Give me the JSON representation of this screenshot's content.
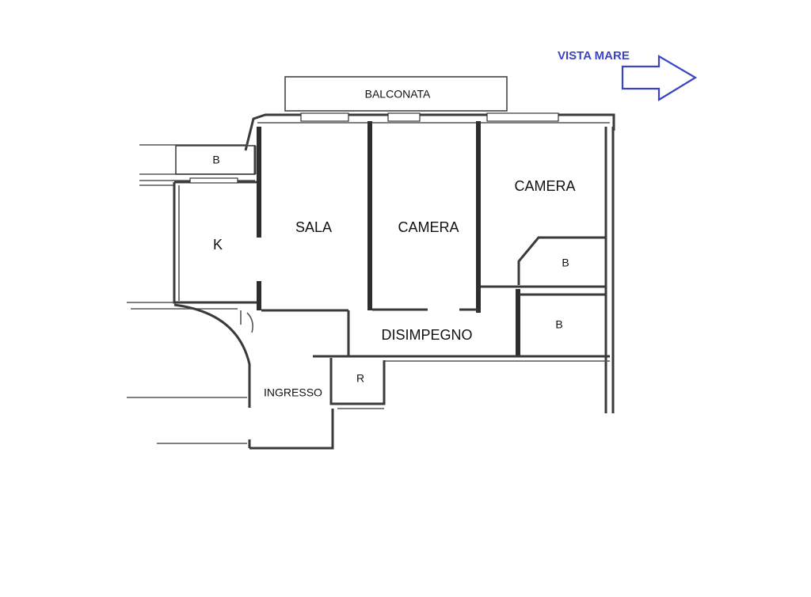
{
  "plan": {
    "balcony_label": "BALCONATA",
    "view_label": "VISTA MARE",
    "view_color": "#3b44c4",
    "arrow_icon": "right-arrow-outline",
    "rooms": {
      "bath_top_left": "B",
      "kitchen": "K",
      "living": "SALA",
      "bedroom_center": "CAMERA",
      "bedroom_right": "CAMERA",
      "bath_right_upper": "B",
      "bath_right_lower": "B",
      "hallway": "DISIMPEGNO",
      "storage": "R",
      "entrance": "INGRESSO"
    }
  }
}
